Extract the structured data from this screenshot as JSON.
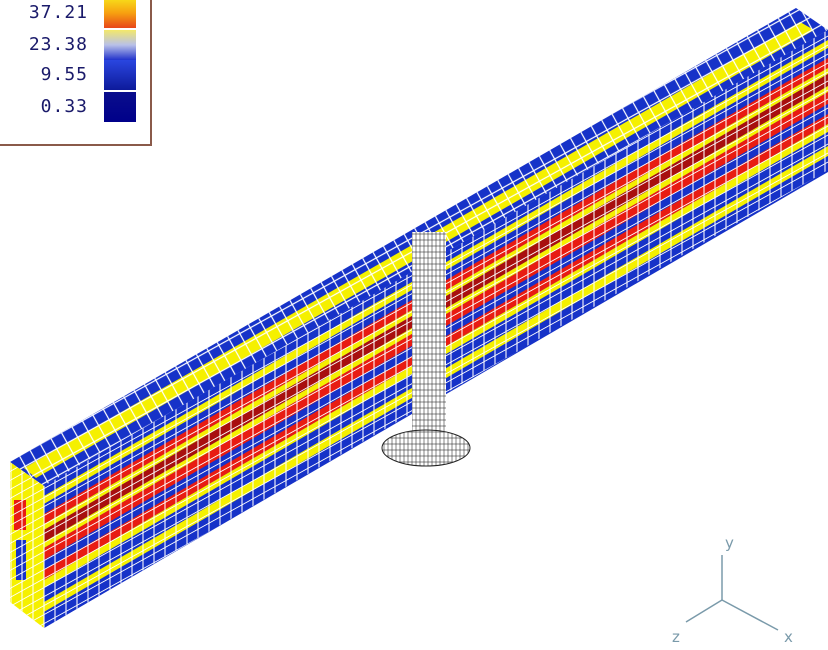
{
  "legend": {
    "entries": [
      {
        "label": "37.21",
        "color_top": "#f7e01a",
        "color_bottom": "#e8461a"
      },
      {
        "label": "23.38",
        "color_top": "#2233cc",
        "color_bottom": "#f3e86a"
      },
      {
        "label": "9.55",
        "color_top": "#0d1a9a",
        "color_bottom": "#2a46e0"
      },
      {
        "label": "0.33",
        "color_top": "#00008a",
        "color_bottom": "#0a0e8c"
      }
    ]
  },
  "axes": {
    "y_label": "y",
    "x_label": "x",
    "z_label": "z"
  },
  "colors": {
    "blue": "#1632c8",
    "navy": "#0a1278",
    "yellow": "#f5f000",
    "red": "#e81c12",
    "darkred": "#a80f0f",
    "mesh": "#ffffff",
    "axis": "#7a9aaa",
    "legend_border": "#8a5a4a"
  }
}
